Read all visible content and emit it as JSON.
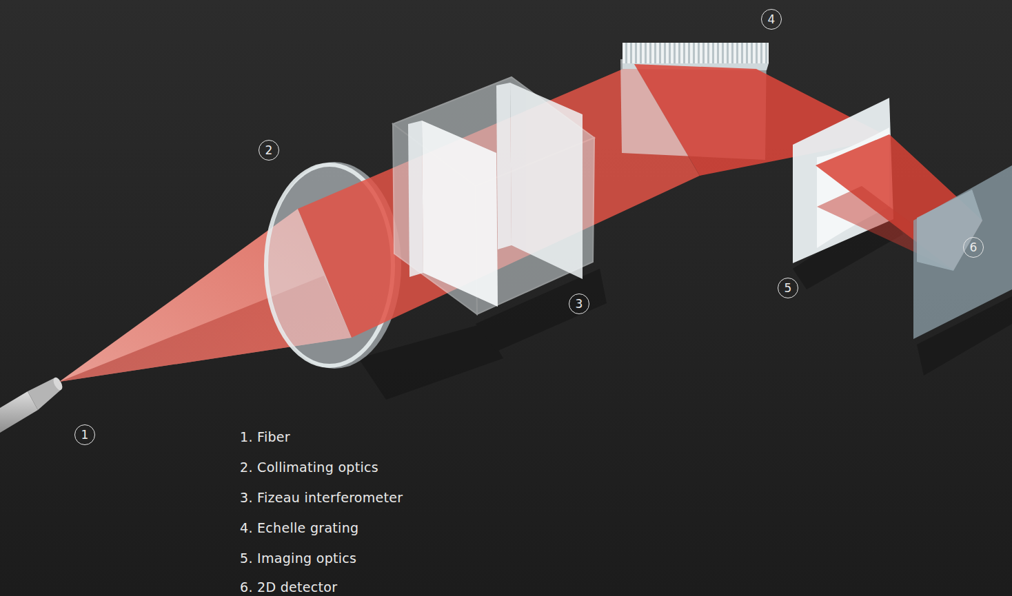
{
  "diagram": {
    "labels": [
      "4",
      "2",
      "3",
      "5",
      "6",
      "1",
      "1. Fiber",
      "2. Collimating optics",
      "3. Fizeau interferometer",
      "4. Echelle grating",
      "5. Imaging optics",
      "6. 2D detector"
    ]
  }
}
